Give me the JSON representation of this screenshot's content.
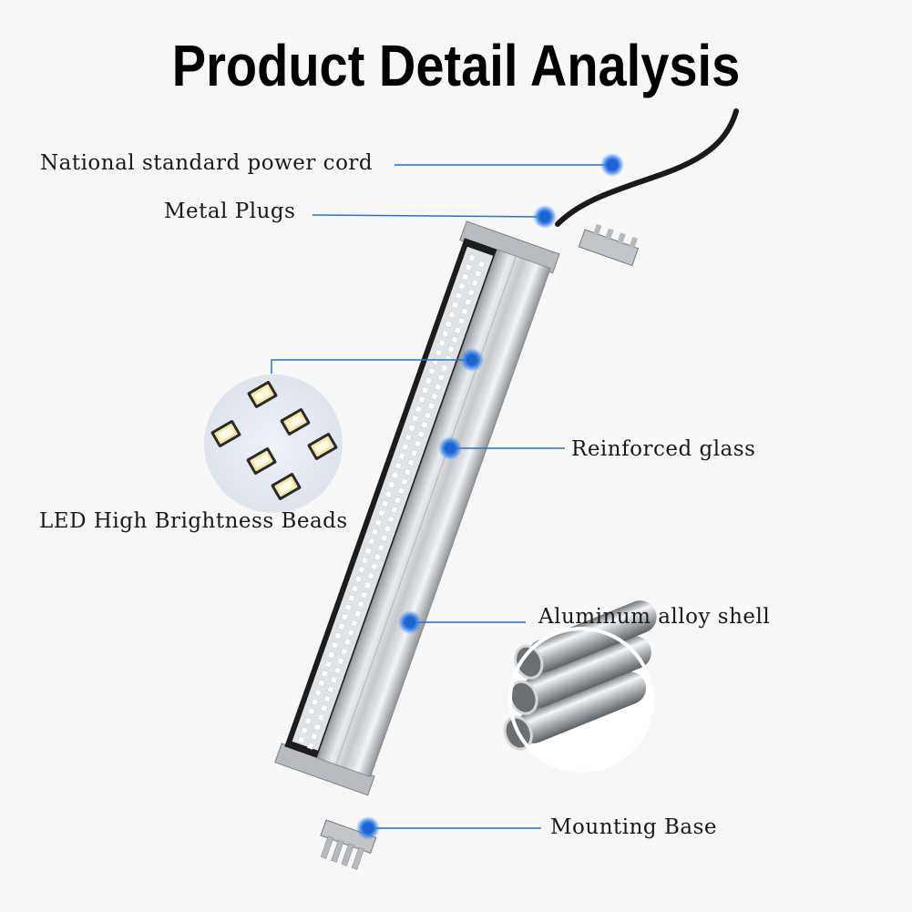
{
  "title": "Product Detail Analysis",
  "labels": {
    "power_cord": "National standard power cord",
    "metal_plugs": "Metal Plugs",
    "led_beads": "LED High Brightness Beads",
    "reinforced_glass": "Reinforced glass",
    "aluminum_shell": "Aluminum alloy shell",
    "mounting_base": "Mounting Base"
  },
  "colors": {
    "callout_line": "#2a6fd1",
    "callout_dot": "#2f7de8",
    "background": "#f7f7f7"
  }
}
